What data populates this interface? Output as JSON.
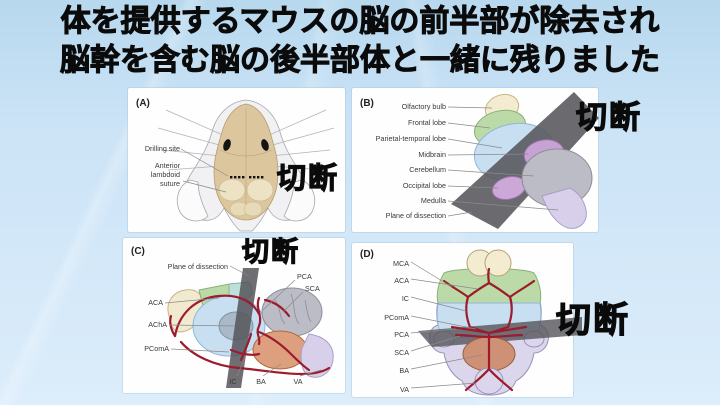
{
  "title": {
    "line1": "体を提供するマウスの脳の前半部が除去され",
    "line2": "脳幹を含む脳の後半部体と一緒に残りました"
  },
  "panels": {
    "a": {
      "tag": "(A)",
      "cut": "切断",
      "labels": {
        "drilling_site": "Drilling site",
        "anterior_line1": "Anterior",
        "anterior_line2": "lambdoid",
        "anterior_line3": "suture"
      }
    },
    "b": {
      "tag": "(B)",
      "cut": "切断",
      "labels": [
        "Olfactory bulb",
        "Frontal lobe",
        "Parietal-temporal lobe",
        "Midbrain",
        "Cerebellum",
        "Occipital lobe",
        "Medulla",
        "Plane of dissection"
      ]
    },
    "c": {
      "tag": "(C)",
      "cut": "切断",
      "labels": {
        "plane": "Plane of dissection",
        "aca": "ACA",
        "acha": "AChA",
        "pcoma": "PComA",
        "pca": "PCA",
        "sca": "SCA",
        "ic": "IC",
        "ba": "BA",
        "va": "VA"
      }
    },
    "d": {
      "tag": "(D)",
      "cut": "切断",
      "labels": [
        "MCA",
        "ACA",
        "IC",
        "PComA",
        "PCA",
        "SCA",
        "BA",
        "VA"
      ]
    }
  },
  "colors": {
    "background": "#cbe3f6",
    "panel": "#fefefe",
    "title_text": "#0b0b0b",
    "label_text": "#3a3a3a",
    "artery": "#9c1b2c",
    "dissection_plane": "#55555a",
    "olfactory_bulb": "#f4ecd0",
    "frontal_lobe": "#bcdaa8",
    "parietal_temporal_lobe": "#c8dff2",
    "midbrain": "#c7a2d4",
    "cerebellum": "#bcbcc6",
    "medulla": "#dcd6ec",
    "pons": "#dd9f7e",
    "skull": "#dcc69e"
  }
}
